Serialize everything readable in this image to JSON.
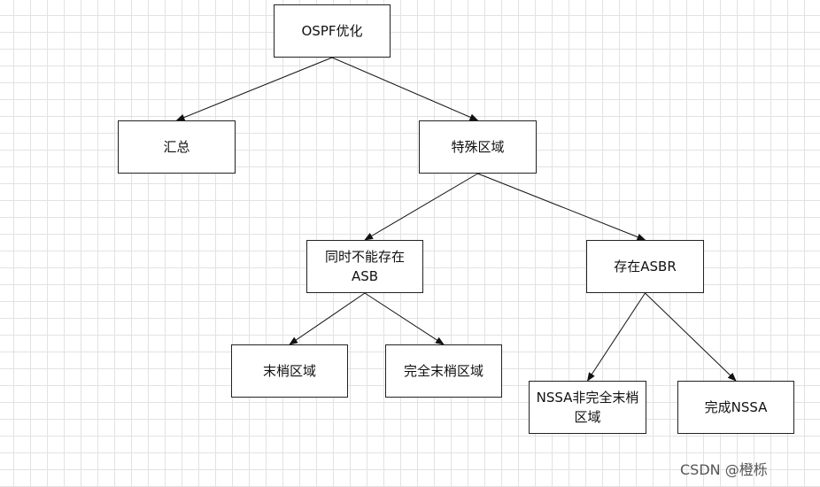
{
  "diagram": {
    "nodes": {
      "root": "OSPF优化",
      "summary": "汇总",
      "special_area": "特殊区域",
      "no_asbr": "同时不能存在ASB",
      "has_asbr": "存在ASBR",
      "stub": "末梢区域",
      "totally_stub": "完全末梢区域",
      "nssa": "NSSA非完全末梢区域",
      "totally_nssa": "完成NSSA"
    },
    "edges": [
      [
        "root",
        "summary"
      ],
      [
        "root",
        "special_area"
      ],
      [
        "special_area",
        "no_asbr"
      ],
      [
        "special_area",
        "has_asbr"
      ],
      [
        "no_asbr",
        "stub"
      ],
      [
        "no_asbr",
        "totally_stub"
      ],
      [
        "has_asbr",
        "nssa"
      ],
      [
        "has_asbr",
        "totally_nssa"
      ]
    ],
    "line_color": "#111111",
    "node_border_color": "#222222"
  },
  "watermark": "CSDN @橙栎"
}
